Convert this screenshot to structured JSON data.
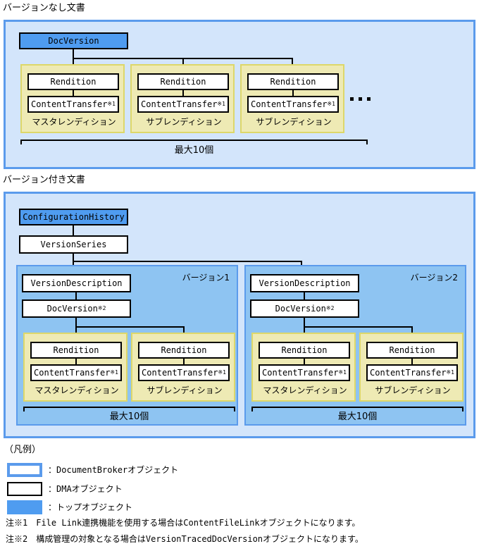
{
  "sections": [
    {
      "caption": "バージョンなし文書",
      "root_box": "DocVersion",
      "renditions": [
        {
          "title": "Rendition",
          "child": "ContentTransfer",
          "child_note": "※1",
          "caption": "マスタレンディション"
        },
        {
          "title": "Rendition",
          "child": "ContentTransfer",
          "child_note": "※1",
          "caption": "サブレンディション"
        },
        {
          "title": "Rendition",
          "child": "ContentTransfer",
          "child_note": "※1",
          "caption": "サブレンディション"
        }
      ],
      "ellipsis": "...",
      "bracket_label": "最大10個"
    },
    {
      "caption": "バージョン付き文書",
      "root_box": "ConfigurationHistory",
      "second_box": "VersionSeries",
      "versions": [
        {
          "label": "バージョン1",
          "desc_box": "VersionDescription",
          "doc_box": "DocVersion",
          "doc_box_note": "※2",
          "renditions": [
            {
              "title": "Rendition",
              "child": "ContentTransfer",
              "child_note": "※1",
              "caption": "マスタレンディション"
            },
            {
              "title": "Rendition",
              "child": "ContentTransfer",
              "child_note": "※1",
              "caption": "サブレンディション"
            }
          ],
          "bracket_label": "最大10個"
        },
        {
          "label": "バージョン2",
          "desc_box": "VersionDescription",
          "doc_box": "DocVersion",
          "doc_box_note": "※2",
          "renditions": [
            {
              "title": "Rendition",
              "child": "ContentTransfer",
              "child_note": "※1",
              "caption": "マスタレンディション"
            },
            {
              "title": "Rendition",
              "child": "ContentTransfer",
              "child_note": "※1",
              "caption": "サブレンディション"
            }
          ],
          "bracket_label": "最大10個"
        }
      ]
    }
  ],
  "legend": {
    "title": "（凡例）",
    "entries": [
      {
        "swatch": "document-broker-swatch",
        "text": "：DocumentBrokerオブジェクト"
      },
      {
        "swatch": "dma-swatch",
        "text": "：DMAオブジェクト"
      },
      {
        "swatch": "top-object-swatch",
        "text": "：トップオブジェクト"
      }
    ]
  },
  "notes": [
    "注※1　File Link連携機能を使用する場合はContentFileLinkオブジェクトになります。",
    "注※2　構成管理の対象となる場合はVersionTracedDocVersionオブジェクトになります。"
  ],
  "colors": {
    "container_fill": "#d3e5fb",
    "container_border": "#5b9bec",
    "top_object_fill": "#4f9cf0",
    "rendition_group_fill": "#eeeab4",
    "rendition_group_border": "#ddd76a",
    "version_box_fill": "#8ec4f2",
    "dma_fill": "#ffffff",
    "line": "#000000"
  }
}
